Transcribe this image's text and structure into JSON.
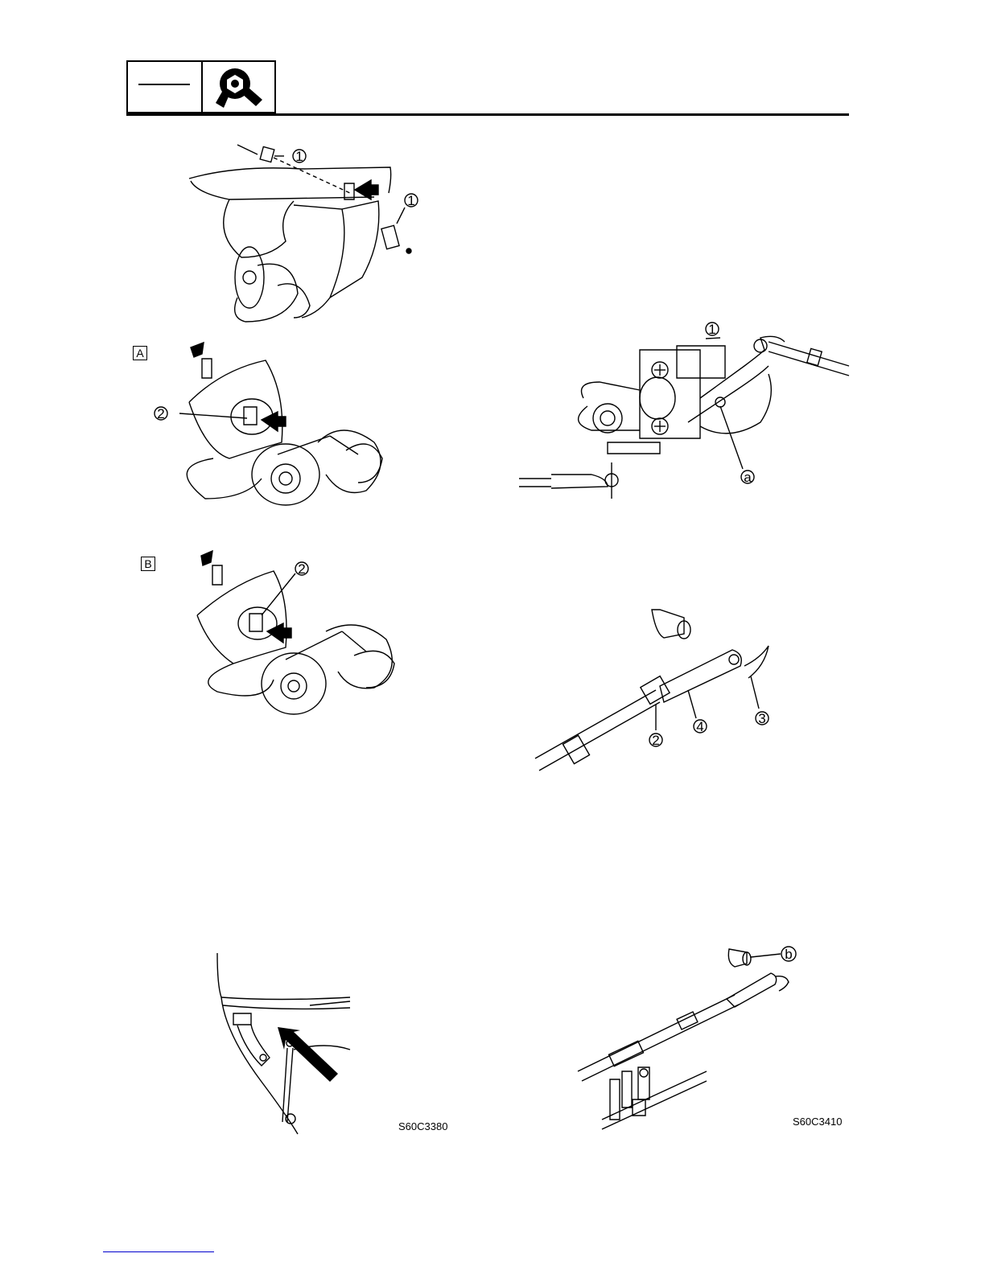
{
  "header": {
    "icon": "service-wrench-nut-icon"
  },
  "figures": {
    "fig1": {
      "callouts": [
        "1",
        "1"
      ]
    },
    "fig2": {
      "tag": "A",
      "callouts": [
        "2"
      ]
    },
    "fig3": {
      "tag": "B",
      "callouts": [
        "2"
      ]
    },
    "fig4": {
      "callouts": [
        "1",
        "a"
      ]
    },
    "fig5": {
      "callouts": [
        "2",
        "4",
        "3"
      ]
    },
    "fig6": {
      "code": "S60C3380"
    },
    "fig7": {
      "callouts": [
        "b"
      ],
      "code": "S60C3410"
    }
  }
}
